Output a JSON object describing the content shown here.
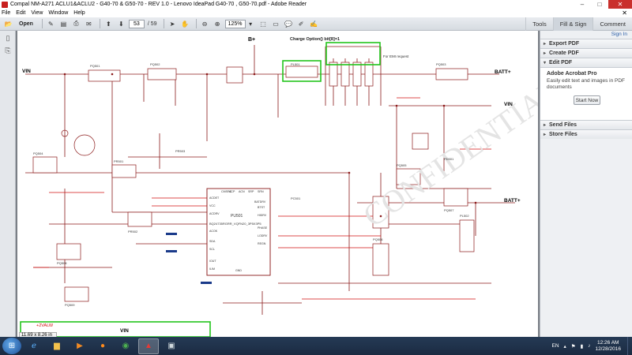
{
  "window": {
    "title": "Compal NM-A271 ACLU1&ACLU2 - G40-70 & G50-70 - REV 1.0 - Lenovo IdeaPad G40-70 , G50-70.pdf - Adobe Reader",
    "controls": {
      "minimize": "–",
      "maximize": "□",
      "close": "✕"
    }
  },
  "menubar": {
    "items": [
      "File",
      "Edit",
      "View",
      "Window",
      "Help"
    ],
    "close": "✕"
  },
  "toolbar": {
    "open_label": "Open",
    "page_current": "53",
    "page_total": "/ 59",
    "zoom": "125%",
    "right": {
      "tools": "Tools",
      "fill_sign": "Fill & Sign",
      "comment": "Comment"
    }
  },
  "document": {
    "page_size": "11.69 x 8.26 in",
    "schematic": {
      "title": "Charge Option() bit[8]=1",
      "net_bplus": "B+",
      "net_vin_left": "VIN",
      "net_vin_right": "VIN",
      "net_batt_top": "BATT+",
      "net_batt_mid": "BATT+",
      "net_vin_bottom": "VIN",
      "net_2valw": "+2VALW",
      "note_emi": "For EMI request",
      "chip": "PU501",
      "chip_part": "BQ24735RGRR_VQFN20_3P5X3P5",
      "labels": [
        "PQ501",
        "PQ502",
        "PQ503",
        "PL501",
        "PQ504",
        "PQ505",
        "PQ506",
        "PR501",
        "PR502",
        "PC501",
        "PD501",
        "PQ507",
        "PQ508",
        "PQ509",
        "PR503",
        "PL502",
        "ACDET",
        "ACP",
        "ACN",
        "SRP",
        "SRN",
        "BATDRV",
        "HIDRV",
        "LODRV",
        "REGN",
        "PHASE",
        "BTST",
        "IOUT",
        "SDA",
        "SCL",
        "ILIM",
        "GND",
        "VCC",
        "ACDRV",
        "ACOK",
        "CMSRC"
      ]
    }
  },
  "rightpane": {
    "sign_in": "Sign In",
    "export_pdf": "Export PDF",
    "create_pdf": "Create PDF",
    "edit_pdf": "Edit PDF",
    "acrobat_head": "Adobe Acrobat Pro",
    "acrobat_desc": "Easily edit text and images in PDF documents",
    "start_now": "Start Now",
    "send_files": "Send Files",
    "store_files": "Store Files"
  },
  "taskbar": {
    "language": "EN",
    "time": "12:26 AM",
    "date": "12/28/2016"
  },
  "colors": {
    "wire": "#8b1a1a",
    "highlight_box": "#22c41c",
    "net_red": "#d01010",
    "titlebar_close": "#c9302c"
  }
}
